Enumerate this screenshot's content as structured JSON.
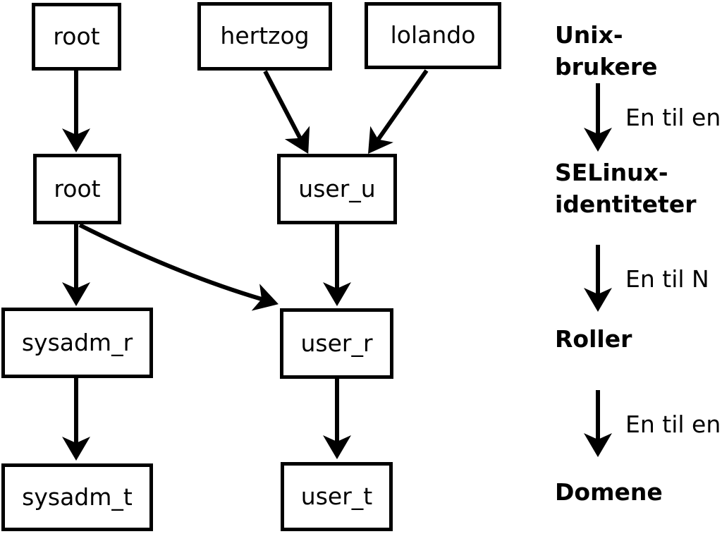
{
  "diagram": {
    "nodes": [
      {
        "id": "unix-root",
        "label": "root"
      },
      {
        "id": "unix-hertzog",
        "label": "hertzog"
      },
      {
        "id": "unix-lolando",
        "label": "lolando"
      },
      {
        "id": "selinux-root",
        "label": "root"
      },
      {
        "id": "selinux-user_u",
        "label": "user_u"
      },
      {
        "id": "role-sysadm_r",
        "label": "sysadm_r"
      },
      {
        "id": "role-user_r",
        "label": "user_r"
      },
      {
        "id": "domain-sysadm_t",
        "label": "sysadm_t"
      },
      {
        "id": "domain-user_t",
        "label": "user_t"
      }
    ],
    "edges": [
      {
        "from": "unix-root",
        "to": "selinux-root"
      },
      {
        "from": "unix-hertzog",
        "to": "selinux-user_u"
      },
      {
        "from": "unix-lolando",
        "to": "selinux-user_u"
      },
      {
        "from": "selinux-root",
        "to": "role-sysadm_r"
      },
      {
        "from": "selinux-root",
        "to": "role-user_r"
      },
      {
        "from": "selinux-user_u",
        "to": "role-user_r"
      },
      {
        "from": "role-sysadm_r",
        "to": "domain-sysadm_t"
      },
      {
        "from": "role-user_r",
        "to": "domain-user_t"
      }
    ]
  },
  "legend": {
    "levels": [
      {
        "label": "Unix-brukere"
      },
      {
        "label": "SELinux-\nidentiteter"
      },
      {
        "label": "Roller"
      },
      {
        "label": "Domene"
      }
    ],
    "mappings": [
      "En til en",
      "En til N",
      "En til en"
    ]
  },
  "colors": {
    "line": "#000000",
    "background": "#ffffff"
  }
}
